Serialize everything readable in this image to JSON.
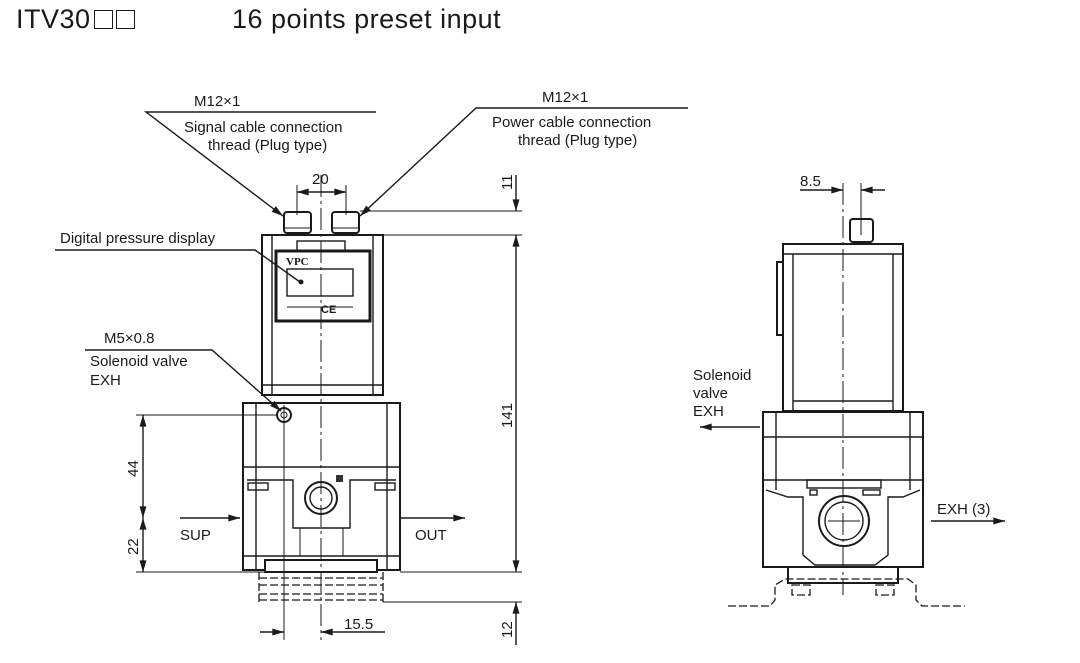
{
  "header": {
    "model": "ITV30",
    "title": "16 points preset input"
  },
  "front_view": {
    "signal_thread": "M12×1",
    "signal_label_1": "Signal cable connection",
    "signal_label_2": "thread (Plug type)",
    "power_thread": "M12×1",
    "power_label_1": "Power cable connection",
    "power_label_2": "thread (Plug type)",
    "display_label": "Digital pressure display",
    "display_brand": "VPC",
    "display_mark": "CE",
    "exh_thread": "M5×0.8",
    "exh_label_1": "Solenoid valve",
    "exh_label_2": "EXH",
    "sup_label": "SUP",
    "out_label": "OUT",
    "dims": {
      "connector_spacing": "20",
      "connector_height": "11",
      "total_height": "141",
      "port_height_upper": "44",
      "port_height_lower": "22",
      "bracket_height": "12",
      "exh_offset": "15.5"
    }
  },
  "side_view": {
    "solenoid_label_1": "Solenoid",
    "solenoid_label_2": "valve",
    "solenoid_label_3": "EXH",
    "exh3_label": "EXH (3)",
    "dims": {
      "connector_offset": "8.5"
    }
  }
}
